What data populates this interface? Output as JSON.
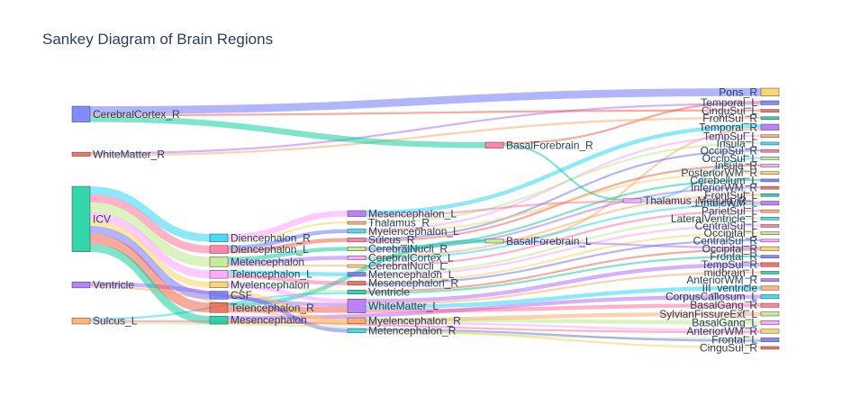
{
  "title": "Sankey Diagram of Brain Regions",
  "chart_data": {
    "type": "sankey",
    "columns": [
      [
        "CerebralCortex_R",
        "WhiteMatter_R",
        "ICV",
        "Ventricle",
        "Sulcus_L"
      ],
      [
        "Diencephalon_R",
        "Diencephalon_L",
        "Metencephalon",
        "Telencephalon_L",
        "Myelencephalon",
        "CSF",
        "Telencephalon_R",
        "Mesencephalon"
      ],
      [
        "Mesencephalon_L",
        "Thalamus_R",
        "Myelencephalon_L",
        "Sulcus_R",
        "CerebralNucli_R",
        "CerebralCortex_L",
        "CerebralNucli_L",
        "Metencephalon_L",
        "Mesencephalon_R",
        "Ventricle",
        "WhiteMatter_L",
        "Myelencephalon_R",
        "Metencephalon_R"
      ],
      [
        "BasalForebrain_R",
        "BasalForebrain_L"
      ],
      [
        "Thalamus_Medula_R"
      ],
      [
        "Pons_R",
        "Temporal_L",
        "CinguSul_L",
        "FrontSul_R",
        "Temporal_R",
        "TempSul_L",
        "Insula_L",
        "OccipSul_R",
        "OccipSul_L",
        "Insula_R",
        "PosteriorWM_R",
        "Cerebellum_L",
        "InferiorWM_R",
        "FrontSul_L",
        "LimbicWM_L",
        "ParietSul_L",
        "LateralVentricle_L",
        "CentralSul_L",
        "Occipital_L",
        "CentralSul_R",
        "Occipital_R",
        "Frontal_R",
        "TempSul_R",
        "midbrain_L",
        "AnteriorWM_R",
        "III_ventricle",
        "CorpusCallosum_L",
        "BasalGang_R",
        "SylvianFissureExt_L",
        "BasalGang_L",
        "AnteriorWM_R",
        "Frontal_L",
        "CinguSul_R"
      ]
    ],
    "node_colors": [
      "#636efa",
      "#EF553B",
      "#00cc96",
      "#ab63fa",
      "#FFA15A",
      "#19d3f3",
      "#FF6692",
      "#B6E880",
      "#FF97FF",
      "#FECB52"
    ],
    "links": [
      {
        "source": "CerebralCortex_R",
        "target": "Pons_R",
        "value": 4
      },
      {
        "source": "CerebralCortex_R",
        "target": "CinguSul_L",
        "value": 1
      },
      {
        "source": "CerebralCortex_R",
        "target": "BasalForebrain_R",
        "value": 3
      },
      {
        "source": "WhiteMatter_R",
        "target": "Temporal_L",
        "value": 1
      },
      {
        "source": "WhiteMatter_R",
        "target": "FrontSul_R",
        "value": 1
      },
      {
        "source": "ICV",
        "target": "Diencephalon_R",
        "value": 4
      },
      {
        "source": "ICV",
        "target": "Diencephalon_L",
        "value": 4
      },
      {
        "source": "ICV",
        "target": "Metencephalon",
        "value": 5
      },
      {
        "source": "ICV",
        "target": "Telencephalon_L",
        "value": 4
      },
      {
        "source": "ICV",
        "target": "Myelencephalon",
        "value": 3
      },
      {
        "source": "ICV",
        "target": "CSF",
        "value": 4
      },
      {
        "source": "ICV",
        "target": "Telencephalon_R",
        "value": 5
      },
      {
        "source": "ICV",
        "target": "Mesencephalon",
        "value": 4
      },
      {
        "source": "Ventricle",
        "target": "WhiteMatter_L",
        "value": 2
      },
      {
        "source": "Ventricle",
        "target": "Myelencephalon_R",
        "value": 1
      },
      {
        "source": "Sulcus_L",
        "target": "Ventricle",
        "value": 1
      },
      {
        "source": "Sulcus_L",
        "target": "AnteriorWM_R",
        "value": 1
      },
      {
        "source": "Sulcus_L",
        "target": "Frontal_L",
        "value": 1
      },
      {
        "source": "Diencephalon_R",
        "target": "Mesencephalon_L",
        "value": 3
      },
      {
        "source": "Diencephalon_R",
        "target": "Thalamus_R",
        "value": 1
      },
      {
        "source": "Diencephalon_L",
        "target": "Myelencephalon_L",
        "value": 2
      },
      {
        "source": "Diencephalon_L",
        "target": "Sulcus_R",
        "value": 2
      },
      {
        "source": "Metencephalon",
        "target": "CerebralNucli_R",
        "value": 2
      },
      {
        "source": "Metencephalon",
        "target": "CerebralCortex_L",
        "value": 2
      },
      {
        "source": "Metencephalon",
        "target": "CerebralNucli_L",
        "value": 1
      },
      {
        "source": "Telencephalon_L",
        "target": "Metencephalon_L",
        "value": 2
      },
      {
        "source": "Telencephalon_L",
        "target": "Mesencephalon_R",
        "value": 2
      },
      {
        "source": "Myelencephalon",
        "target": "Ventricle",
        "value": 1
      },
      {
        "source": "Myelencephalon",
        "target": "WhiteMatter_L",
        "value": 2
      },
      {
        "source": "CSF",
        "target": "Myelencephalon_R",
        "value": 2
      },
      {
        "source": "CSF",
        "target": "Metencephalon_R",
        "value": 2
      },
      {
        "source": "Telencephalon_R",
        "target": "WhiteMatter_L",
        "value": 3
      },
      {
        "source": "Telencephalon_R",
        "target": "BasalForebrain_L",
        "value": 2
      },
      {
        "source": "Mesencephalon",
        "target": "CorpusCallosum_L",
        "value": 2
      },
      {
        "source": "Mesencephalon",
        "target": "SylvianFissureExt_L",
        "value": 2
      },
      {
        "source": "Mesencephalon_L",
        "target": "Temporal_R",
        "value": 2
      },
      {
        "source": "Mesencephalon_L",
        "target": "Thalamus_Medula_R",
        "value": 1
      },
      {
        "source": "Thalamus_R",
        "target": "Insula_L",
        "value": 1
      },
      {
        "source": "Myelencephalon_L",
        "target": "TempSul_L",
        "value": 1
      },
      {
        "source": "Myelencephalon_L",
        "target": "PosteriorWM_R",
        "value": 1
      },
      {
        "source": "Sulcus_R",
        "target": "OccipSul_R",
        "value": 1
      },
      {
        "source": "Sulcus_R",
        "target": "Insula_R",
        "value": 1
      },
      {
        "source": "CerebralNucli_R",
        "target": "Cerebellum_L",
        "value": 1
      },
      {
        "source": "CerebralNucli_R",
        "target": "InferiorWM_R",
        "value": 1
      },
      {
        "source": "CerebralCortex_L",
        "target": "FrontSul_L",
        "value": 1
      },
      {
        "source": "CerebralCortex_L",
        "target": "LimbicWM_L",
        "value": 1
      },
      {
        "source": "CerebralNucli_L",
        "target": "ParietSul_L",
        "value": 1
      },
      {
        "source": "Metencephalon_L",
        "target": "LateralVentricle_L",
        "value": 1
      },
      {
        "source": "Metencephalon_L",
        "target": "CentralSul_L",
        "value": 1
      },
      {
        "source": "Mesencephalon_R",
        "target": "Occipital_L",
        "value": 1
      },
      {
        "source": "Mesencephalon_R",
        "target": "CentralSul_R",
        "value": 1
      },
      {
        "source": "Ventricle",
        "target": "Occipital_R",
        "value": 1
      },
      {
        "source": "Ventricle",
        "target": "Frontal_R",
        "value": 1
      },
      {
        "source": "WhiteMatter_L",
        "target": "TempSul_R",
        "value": 2
      },
      {
        "source": "WhiteMatter_L",
        "target": "midbrain_L",
        "value": 1
      },
      {
        "source": "WhiteMatter_L",
        "target": "III_ventricle",
        "value": 2
      },
      {
        "source": "WhiteMatter_L",
        "target": "BasalGang_R",
        "value": 2
      },
      {
        "source": "Myelencephalon_R",
        "target": "BasalGang_L",
        "value": 2
      },
      {
        "source": "Myelencephalon_R",
        "target": "AnteriorWM_R",
        "value": 1
      },
      {
        "source": "Metencephalon_R",
        "target": "CinguSul_R",
        "value": 1
      },
      {
        "source": "Metencephalon_R",
        "target": "Frontal_L",
        "value": 1
      },
      {
        "source": "BasalForebrain_R",
        "target": "Temporal_L",
        "value": 1
      },
      {
        "source": "BasalForebrain_R",
        "target": "Thalamus_Medula_R",
        "value": 1
      },
      {
        "source": "BasalForebrain_L",
        "target": "Occipital_R",
        "value": 1
      },
      {
        "source": "BasalForebrain_L",
        "target": "Temporal_R",
        "value": 1
      },
      {
        "source": "Thalamus_Medula_R",
        "target": "OccipSul_L",
        "value": 1
      },
      {
        "source": "Thalamus_Medula_R",
        "target": "LimbicWM_L",
        "value": 1
      }
    ]
  }
}
